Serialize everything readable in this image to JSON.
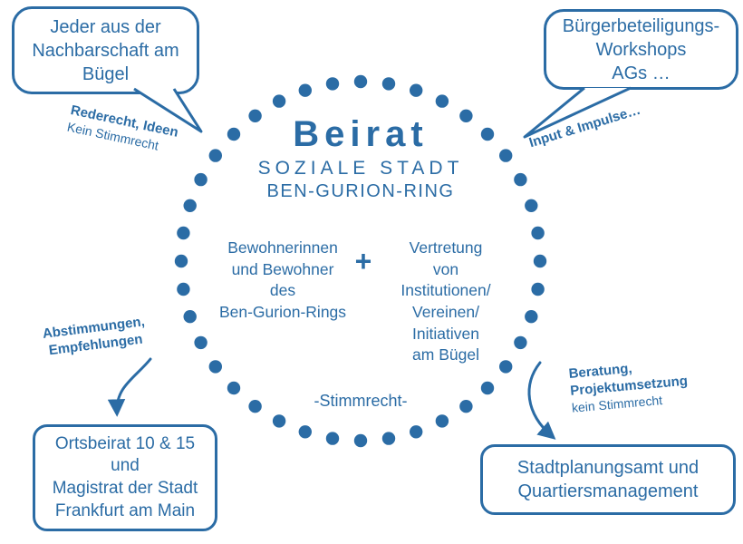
{
  "colors": {
    "accent": "#2b6ca5"
  },
  "circle": {
    "title": "Beirat",
    "subtitle_line1": "SOZIALE STADT",
    "subtitle_line2": "BEN-GURION-RING",
    "left_member": "Bewohnerinnen\nund Bewohner\ndes\nBen-Gurion-Rings",
    "plus_sign": "+",
    "right_member": "Vertretung\nvon\nInstitutionen/\nVereinen/\nInitiativen\nam Bügel",
    "voting_note": "-Stimmrecht-"
  },
  "speech_bubbles": {
    "top_left": "Jeder aus der\nNachbarschaft am\nBügel",
    "top_right": "Bürgerbeteiligungs-\nWorkshops\nAGs …"
  },
  "annotations": {
    "top_left_bold": "Rederecht, Ideen",
    "top_left_note": "Kein Stimmrecht",
    "top_right_bold": "Input & Impulse…",
    "bottom_left_bold": "Abstimmungen,\nEmpfehlungen",
    "bottom_right_bold": "Beratung,\nProjektumsetzung",
    "bottom_right_note": "kein Stimmrecht"
  },
  "boxes": {
    "bottom_left": "Ortsbeirat 10 & 15\nund\nMagistrat der Stadt\nFrankfurt am Main",
    "bottom_right": "Stadtplanungsamt und\nQuartiersmanagement"
  }
}
